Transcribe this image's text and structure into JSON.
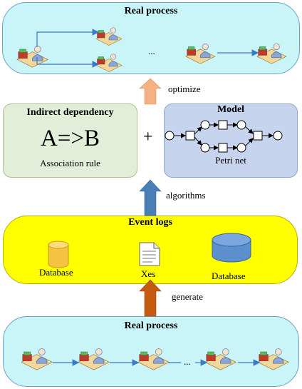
{
  "top_process": {
    "title": "Real process",
    "ellipsis": "..."
  },
  "arrow_optimize": {
    "label": "optimize",
    "color": "#f4b183"
  },
  "indirect": {
    "title": "Indirect dependency",
    "formula": "A=>B",
    "caption": "Association rule"
  },
  "plus": "+",
  "model": {
    "title": "Model",
    "caption": "Petri net"
  },
  "arrow_algorithms": {
    "label": "algorithms",
    "color": "#4a7fb5"
  },
  "event_logs": {
    "title": "Event logs",
    "items": [
      {
        "label": "Database",
        "icon": "database-cylinder-yellow-icon"
      },
      {
        "label": "Xes",
        "icon": "document-icon"
      },
      {
        "label": "Database",
        "icon": "database-cylinder-blue-icon"
      }
    ]
  },
  "arrow_generate": {
    "label": "generate",
    "color": "#c55a11"
  },
  "bottom_process": {
    "title": "Real process",
    "ellipsis": "..."
  },
  "colors": {
    "process_fill": "#c9f5f8",
    "indirect_fill": "#e3eed8",
    "model_fill": "#c7d4ee",
    "event_fill": "#ffff00"
  }
}
